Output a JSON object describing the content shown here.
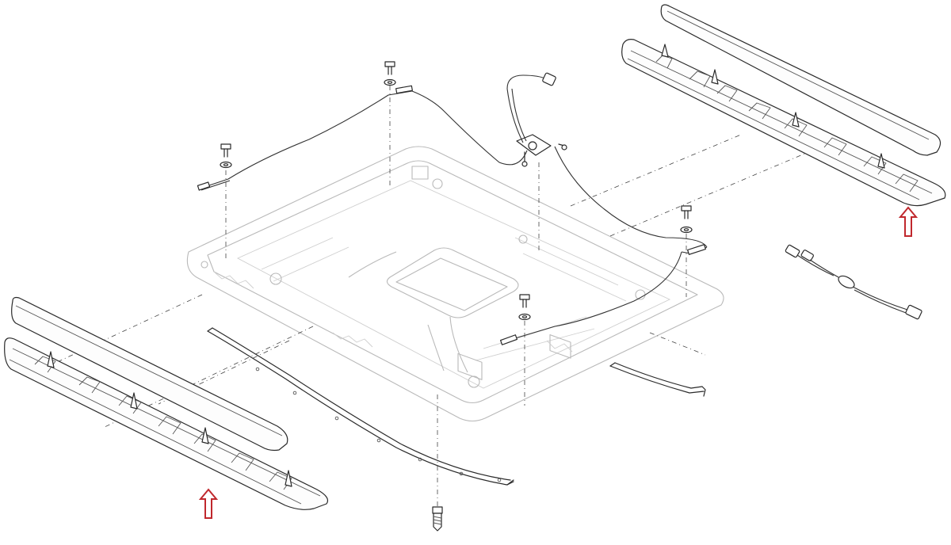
{
  "colors": {
    "line": "#2a2a2a",
    "ghost_panel": "#b9b9b9",
    "marker_arrow": "#c0282d"
  },
  "parts": [
    {
      "id": "left-cover-strip"
    },
    {
      "id": "left-trim-bracket"
    },
    {
      "id": "right-cover-strip"
    },
    {
      "id": "right-trim-bracket"
    },
    {
      "id": "roof-frame-panel"
    },
    {
      "id": "front-seal-strip"
    },
    {
      "id": "rear-seal-strip"
    },
    {
      "id": "drain-hose-harness"
    },
    {
      "id": "wire-harness"
    },
    {
      "id": "screw-fasteners"
    }
  ],
  "markers": [
    {
      "id": "marker-arrow-left",
      "direction": "up"
    },
    {
      "id": "marker-arrow-right",
      "direction": "up"
    }
  ]
}
